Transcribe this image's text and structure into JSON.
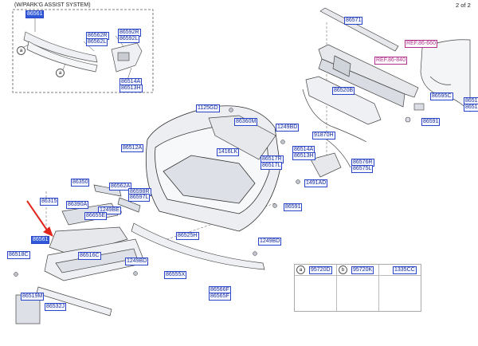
{
  "page_no": "2 of 2",
  "inset_title": "(W/PARK'G ASSIST SYSTEM)",
  "circle_a": "a",
  "circle_b": "b",
  "labels": {
    "p86561a": "86561",
    "p86562r_top": "86562R",
    "p86562l_top": "86562L",
    "p86592r": "86592R",
    "p86592l": "86592L",
    "p86514a_top": "86514A",
    "p86513h_top": "86513H",
    "p86571": "86571",
    "ref_86660": "REF.86-660",
    "ref_86840": "REF.86-840",
    "p86520b": "86520B",
    "p86595c": "86595C",
    "p8651_a": "8651",
    "p8651_b": "8651",
    "p86591_r": "86591",
    "p1125gd": "1125GD",
    "p86360m": "86360M",
    "p1249bd_a": "1249BD",
    "p91870h": "91870H",
    "p86512a": "86512A",
    "p1416lk": "1416LK",
    "p86514a": "86514A",
    "p86513h": "86513H",
    "p86517r": "86517R",
    "p86517l": "86517L",
    "p86576r": "86576R",
    "p86575l": "86575L",
    "p1491ad": "1491AD",
    "p86350": "86350",
    "p86562a": "86562A",
    "p86315": "86315",
    "p86390a": "86390A",
    "p1249be": "1249BE",
    "p86598r": "86598R",
    "p86597l": "86597L",
    "p86655e": "86655E",
    "p86591": "86591",
    "p86525h": "86525H",
    "p86561_hl": "86561",
    "p1249bd_b": "1249BD",
    "p86518c": "86518C",
    "p86516c": "86516C",
    "p1249bd_c": "1249BD",
    "p86555x": "86555X",
    "p86566f": "86566F",
    "p86565f": "86565F",
    "p86519m": "86519M",
    "p86532j": "86532J",
    "p95720d": "95720D",
    "p95720k": "95720K",
    "p1335cc": "1335CC"
  },
  "colors": {
    "accent": "#2f59d8",
    "line": "#444444",
    "arrow": "#e0261b",
    "part_fill": "#e9ebef"
  }
}
